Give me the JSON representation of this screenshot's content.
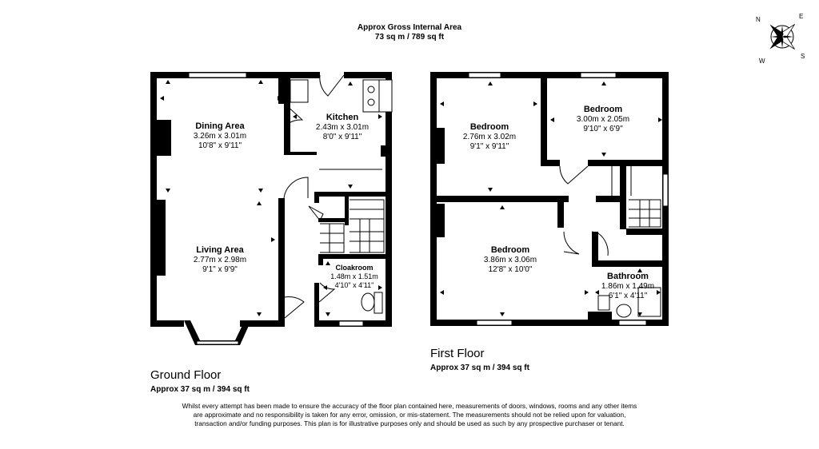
{
  "header": {
    "gross_area_title": "Approx Gross Internal Area",
    "gross_area_value": "73 sq m / 789 sq ft"
  },
  "compass": {
    "n": "N",
    "e": "E",
    "s": "S",
    "w": "W"
  },
  "ground_floor": {
    "title": "Ground Floor",
    "area": "Approx 37 sq m / 394 sq ft",
    "rooms": [
      {
        "name": "Dining Area",
        "metric": "3.26m x 3.01m",
        "imperial": "10'8\" x 9'11\""
      },
      {
        "name": "Kitchen",
        "metric": "2.43m x 3.01m",
        "imperial": "8'0\" x 9'11\""
      },
      {
        "name": "Living Area",
        "metric": "2.77m x 2.98m",
        "imperial": "9'1\" x 9'9\""
      },
      {
        "name": "Cloakroom",
        "metric": "1.48m x 1.51m",
        "imperial": "4'10\" x 4'11\""
      }
    ]
  },
  "first_floor": {
    "title": "First Floor",
    "area": "Approx 37 sq m / 394 sq ft",
    "rooms": [
      {
        "name": "Bedroom",
        "metric": "2.76m x 3.02m",
        "imperial": "9'1\" x 9'11\""
      },
      {
        "name": "Bedroom",
        "metric": "3.00m x 2.05m",
        "imperial": "9'10\" x 6'9\""
      },
      {
        "name": "Bedroom",
        "metric": "3.86m x 3.06m",
        "imperial": "12'8\" x 10'0\""
      },
      {
        "name": "Bathroom",
        "metric": "1.86m x 1.49m",
        "imperial": "6'1\" x 4'11\""
      }
    ]
  },
  "disclaimer": "Whilst every attempt has been made to ensure the accuracy of the floor plan contained here, measurements of doors, windows, rooms and any other items are approximate and no responsibility is taken for any error, omission, or mis-statement. The measurements should not be relied upon for valuation, transaction and/or funding purposes. This plan is for illustrative purposes only and should be used as such by any prospective purchaser or tenant."
}
